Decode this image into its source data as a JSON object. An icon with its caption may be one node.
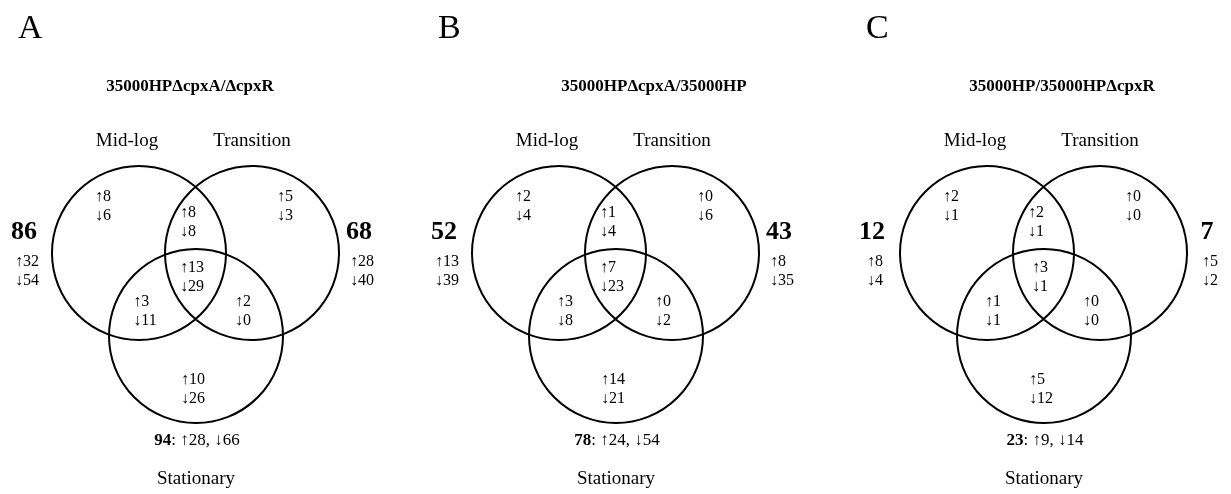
{
  "diagram": {
    "nodes": [
      {
        "text": [
          "Mid-log"
        ]
      },
      {
        "text": [
          "Transition"
        ]
      },
      {
        "text": [
          "Stationary"
        ]
      },
      {
        "text": [
          "Mid-log"
        ]
      },
      {
        "text": [
          "Transition"
        ]
      },
      {
        "text": [
          "Stationary"
        ]
      },
      {
        "text": [
          "Mid-log"
        ]
      },
      {
        "text": [
          "Transition"
        ]
      },
      {
        "text": [
          "Stationary"
        ]
      }
    ],
    "labels": [
      "A",
      "35000HPΔcpxA/ΔcpxR",
      "↑8 ↓6",
      "↑5 ↓3",
      "↑8 ↓8",
      "86",
      "↑32 ↓54",
      "68",
      "↑28 ↓40",
      "↑13 ↓29",
      "↑3 ↓11",
      "↑2 ↓0",
      "↑10 ↓26",
      "**94**: ↑28, ↓66",
      "B",
      "35000HPΔcpxA/35000HP",
      "↑2 ↓4",
      "↑0 ↓6",
      "↑1 ↓4",
      "52",
      "↑13 ↓39",
      "43",
      "↑8 ↓35",
      "↑7 ↓23",
      "↑3 ↓8",
      "↑0 ↓2",
      "↑14 ↓21",
      "**78**: ↑24, ↓54",
      "C",
      "35000HP/35000HPΔcpxR",
      "↑2 ↓1",
      "↑0 ↓0",
      "↑2 ↓1",
      "12",
      "↑8 ↓4",
      "7",
      "↑5 ↓2",
      "↑3 ↓1",
      "↑1 ↓1",
      "↑0 ↓0",
      "↑5 ↓12",
      "**23**: ↑9, ↓14"
    ]
  }
}
